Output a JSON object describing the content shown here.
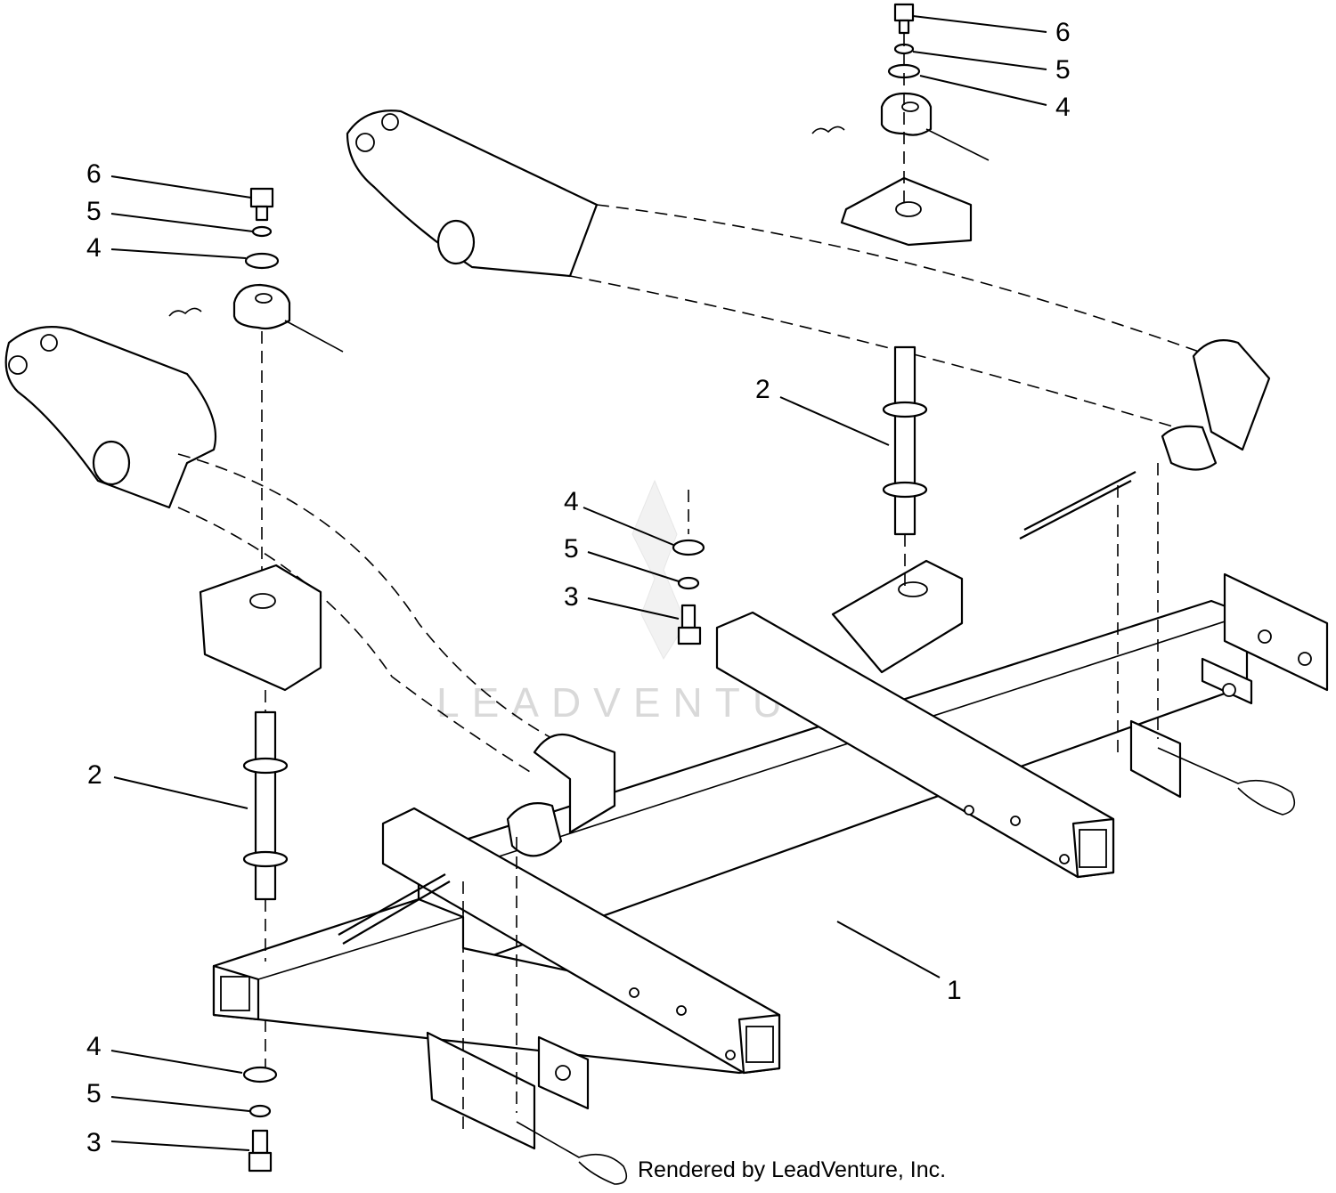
{
  "watermark": "LEADVENTURE",
  "footer": "Rendered by LeadVenture, Inc.",
  "callouts": {
    "top_right_6": "6",
    "top_right_5": "5",
    "top_right_4": "4",
    "top_left_6": "6",
    "top_left_5": "5",
    "top_left_4": "4",
    "center_4": "4",
    "center_5": "5",
    "center_3": "3",
    "right_2": "2",
    "left_2": "2",
    "bottom_4": "4",
    "bottom_5": "5",
    "bottom_3": "3",
    "frame_1": "1"
  }
}
